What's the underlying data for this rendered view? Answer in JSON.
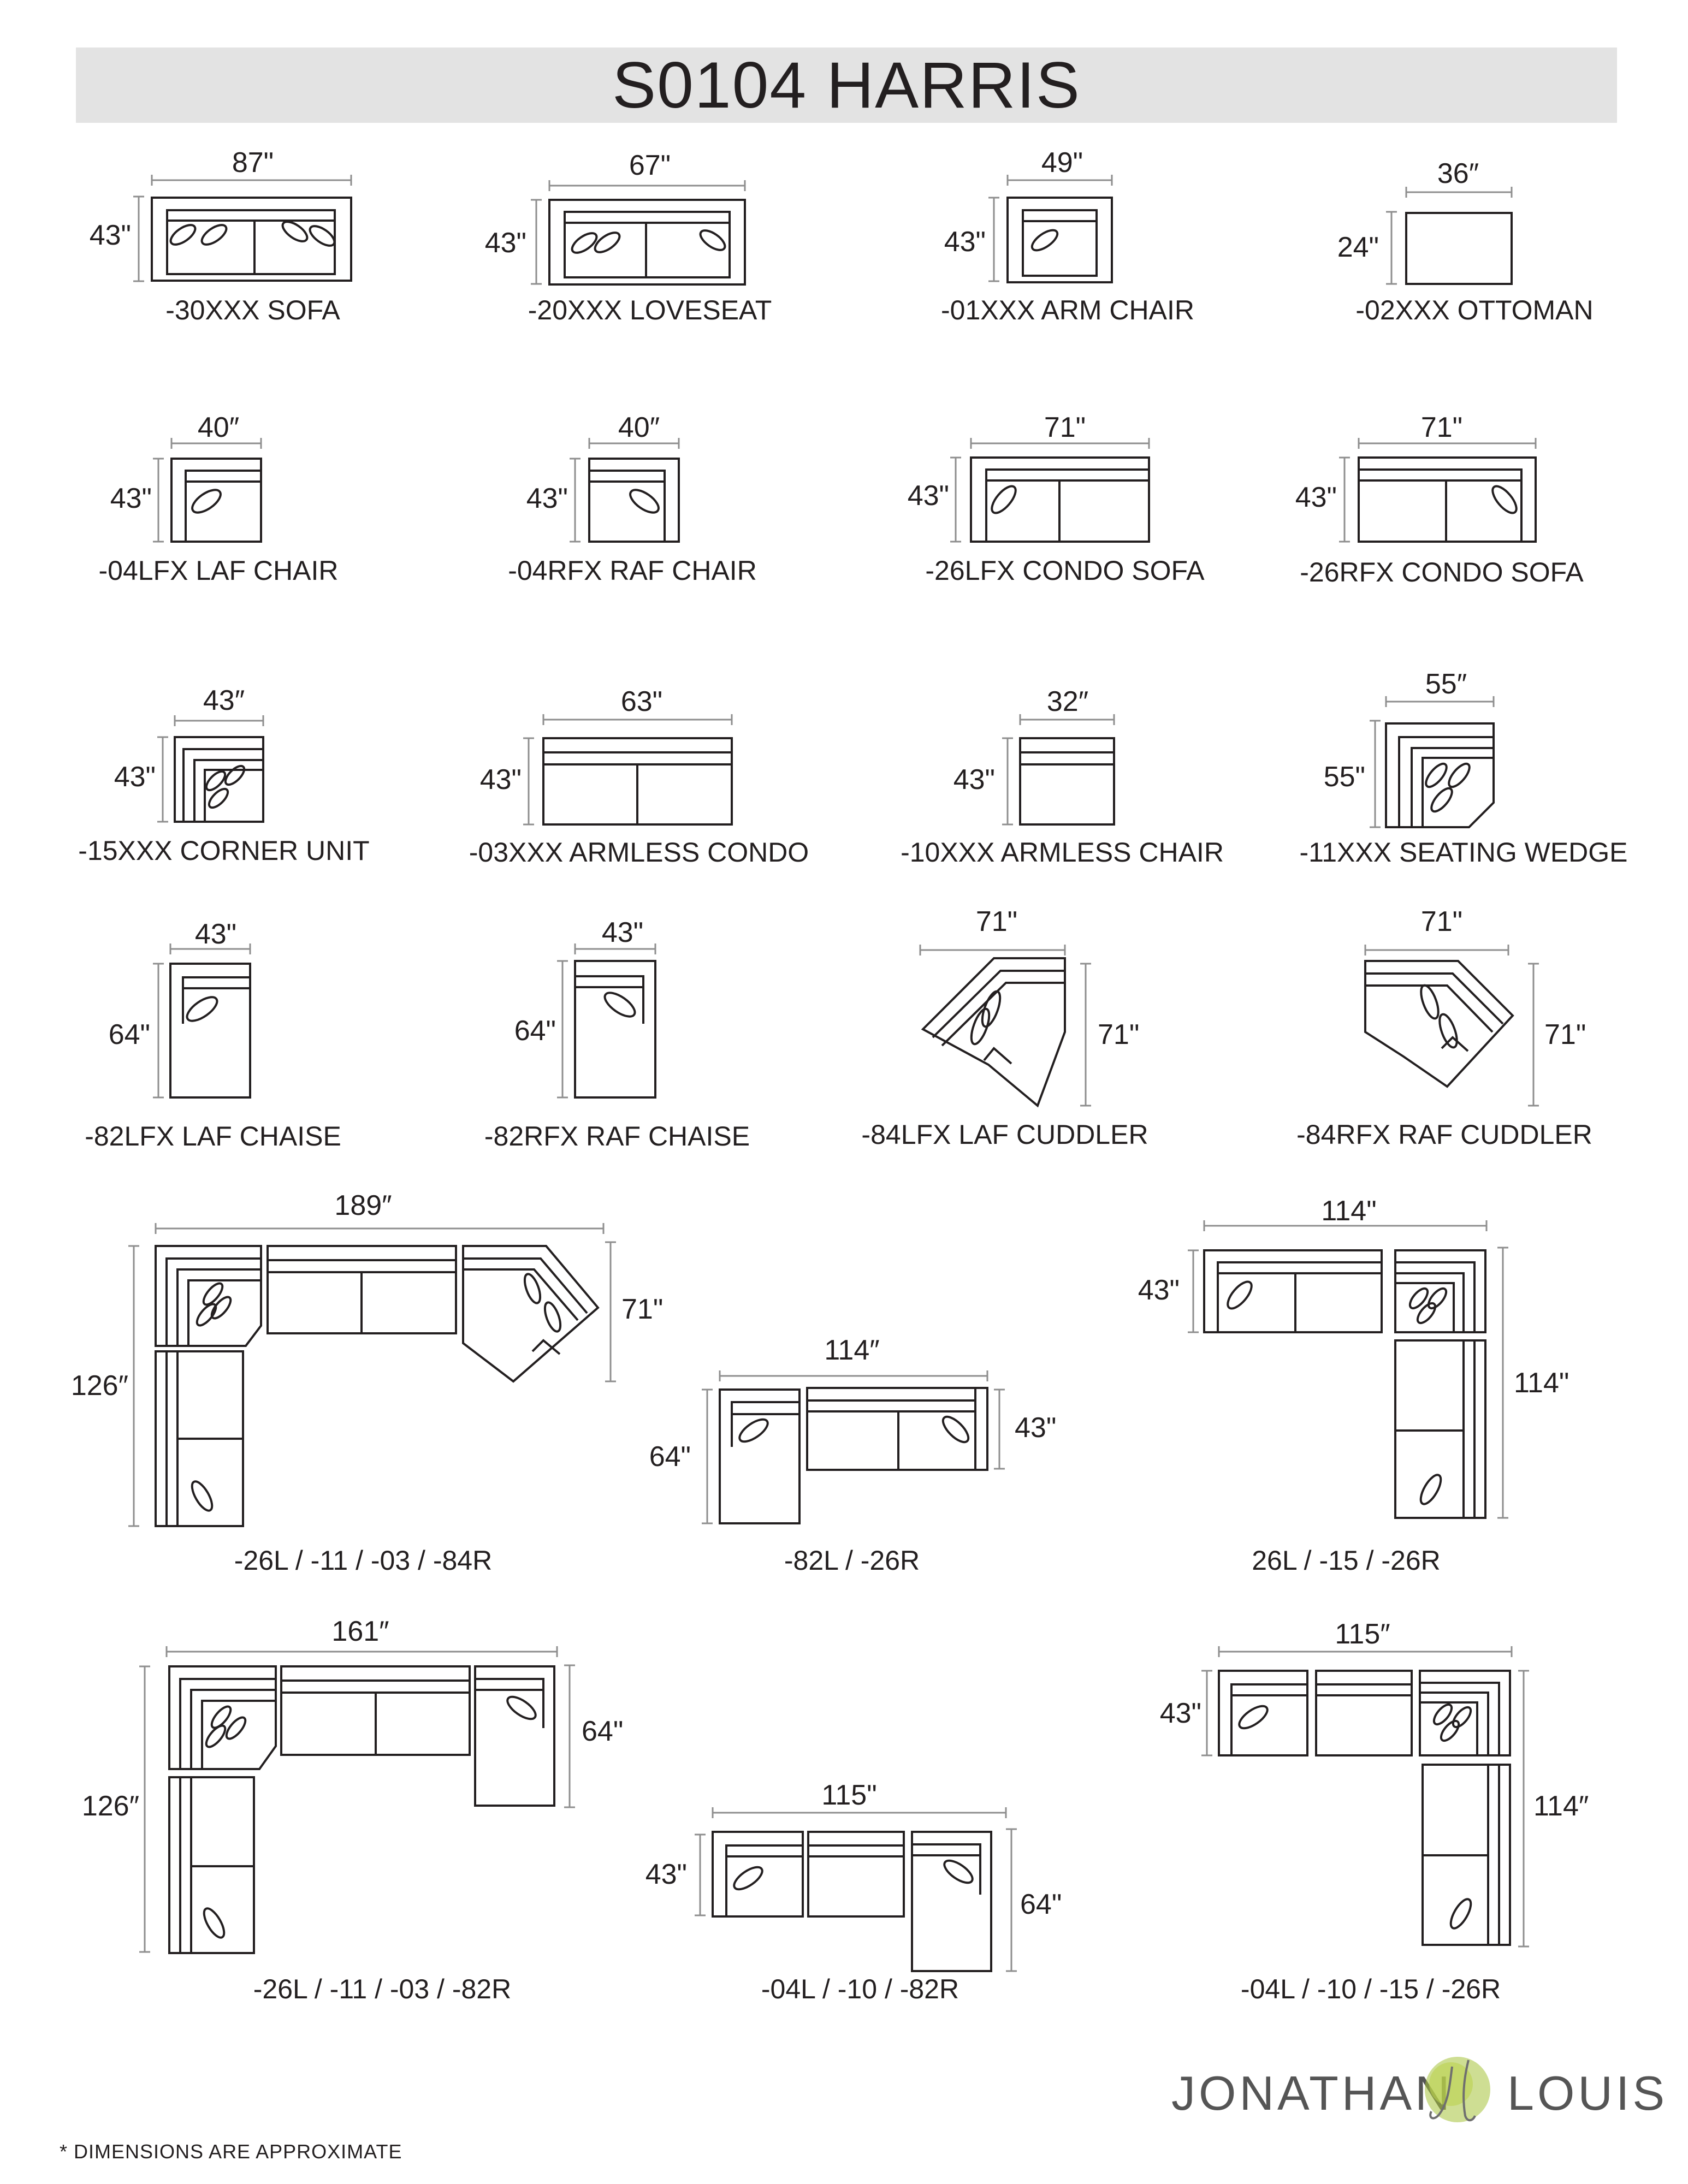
{
  "title": "S0104 HARRIS",
  "footnote": "* DIMENSIONS ARE APPROXIMATE",
  "logo": {
    "left": "JONATHAN",
    "monogram": "jl",
    "right": "LOUIS",
    "accent_color": "#a6c23a"
  },
  "pieces": [
    {
      "id": "sofa",
      "label": "-30XXX SOFA",
      "width": "87\"",
      "depth": "43\""
    },
    {
      "id": "loveseat",
      "label": "-20XXX LOVESEAT",
      "width": "67\"",
      "depth": "43\""
    },
    {
      "id": "arm-chair",
      "label": "-01XXX ARM CHAIR",
      "width": "49\"",
      "depth": "43\""
    },
    {
      "id": "ottoman",
      "label": "-02XXX OTTOMAN",
      "width": "36″",
      "depth": "24\""
    },
    {
      "id": "laf-chair",
      "label": "-04LFX LAF CHAIR",
      "width": "40″",
      "depth": "43\""
    },
    {
      "id": "raf-chair",
      "label": "-04RFX RAF CHAIR",
      "width": "40″",
      "depth": "43\""
    },
    {
      "id": "condo-sofa-l",
      "label": "-26LFX CONDO SOFA",
      "width": "71\"",
      "depth": "43\""
    },
    {
      "id": "condo-sofa-r",
      "label": "-26RFX CONDO SOFA",
      "width": "71\"",
      "depth": "43\""
    },
    {
      "id": "corner-unit",
      "label": "-15XXX CORNER UNIT",
      "width": "43″",
      "depth": "43\""
    },
    {
      "id": "armless-condo",
      "label": "-03XXX ARMLESS CONDO",
      "width": "63\"",
      "depth": "43\""
    },
    {
      "id": "armless-chair",
      "label": "-10XXX ARMLESS CHAIR",
      "width": "32″",
      "depth": "43\""
    },
    {
      "id": "seating-wedge",
      "label": "-11XXX SEATING WEDGE",
      "width": "55″",
      "depth": "55\""
    },
    {
      "id": "laf-chaise",
      "label": "-82LFX LAF CHAISE",
      "width": "43\"",
      "depth": "64\""
    },
    {
      "id": "raf-chaise",
      "label": "-82RFX RAF CHAISE",
      "width": "43\"",
      "depth": "64\""
    },
    {
      "id": "laf-cuddler",
      "label": "-84LFX LAF CUDDLER",
      "width": "71\"",
      "depth": "71\""
    },
    {
      "id": "raf-cuddler",
      "label": "-84RFX RAF CUDDLER",
      "width": "71\"",
      "depth": "71\""
    }
  ],
  "sectionals": [
    {
      "id": "sect-1",
      "label": "-26L / -11 / -03 / -84R",
      "width": "189″",
      "depth": "126″",
      "right_depth": "71\""
    },
    {
      "id": "sect-2",
      "label": "-82L / -26R",
      "width": "114″",
      "left_depth": "64\"",
      "right_depth": "43\""
    },
    {
      "id": "sect-3",
      "label": "26L / -15 / -26R",
      "width": "114\"",
      "left_depth": "43\"",
      "right_depth": "114\""
    },
    {
      "id": "sect-4",
      "label": "-26L / -11 / -03 / -82R",
      "width": "161″",
      "depth": "126″",
      "right_depth": "64\""
    },
    {
      "id": "sect-5",
      "label": "-04L / -10 / -82R",
      "width": "115\"",
      "left_depth": "43\"",
      "right_depth": "64\""
    },
    {
      "id": "sect-6",
      "label": "-04L / -10 / -15 / -26R",
      "width": "115″",
      "left_depth": "43\"",
      "right_depth": "114″"
    }
  ]
}
